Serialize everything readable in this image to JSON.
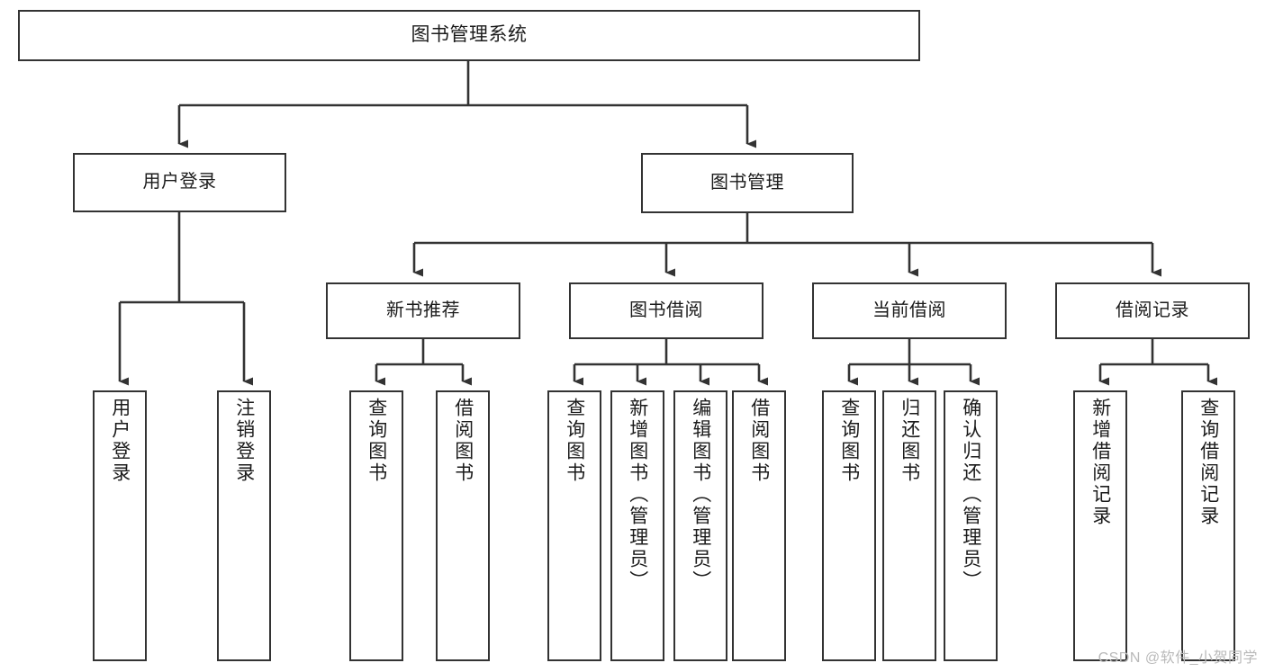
{
  "diagram": {
    "type": "tree-hierarchy",
    "title": "图书管理系统",
    "stroke_color": "#333333",
    "background_color": "#ffffff",
    "text_color": "#1b1b1b",
    "root": {
      "label": "图书管理系统"
    },
    "level2": [
      {
        "label": "用户登录"
      },
      {
        "label": "图书管理"
      }
    ],
    "level3": [
      {
        "label": "新书推荐"
      },
      {
        "label": "图书借阅"
      },
      {
        "label": "当前借阅"
      },
      {
        "label": "借阅记录"
      }
    ],
    "leaves": {
      "user_login": [
        {
          "label": "用户登录"
        },
        {
          "label": "注销登录"
        }
      ],
      "new_book_recommend": [
        {
          "label": "查询图书"
        },
        {
          "label": "借阅图书"
        }
      ],
      "book_borrow": [
        {
          "label": "查询图书"
        },
        {
          "label": "新增图书（管理员）"
        },
        {
          "label": "编辑图书（管理员）"
        },
        {
          "label": "借阅图书"
        }
      ],
      "current_borrow": [
        {
          "label": "查询图书"
        },
        {
          "label": "归还图书"
        },
        {
          "label": "确认归还（管理员）"
        }
      ],
      "borrow_record": [
        {
          "label": "新增借阅记录"
        },
        {
          "label": "查询借阅记录"
        }
      ]
    }
  },
  "watermark": {
    "text": "CSDN @软件_小贺同学"
  }
}
